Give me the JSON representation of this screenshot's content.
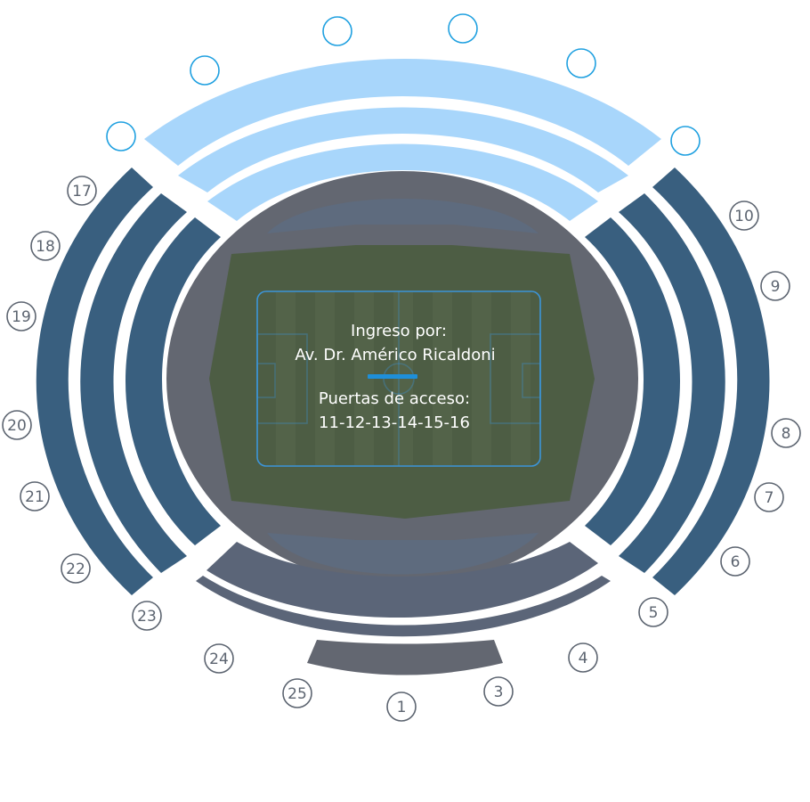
{
  "map": {
    "entry_label": "Ingreso por:",
    "entry_street": "Av. Dr. Américo Ricaldoni",
    "gates_label": "Puertas de acceso:",
    "gates_list": "11-12-13-14-15-16",
    "highlight_gates": [
      "11",
      "12",
      "13",
      "14",
      "15",
      "16"
    ]
  },
  "gates": [
    {
      "id": "g1",
      "label": "1"
    },
    {
      "id": "g3",
      "label": "3"
    },
    {
      "id": "g4",
      "label": "4"
    },
    {
      "id": "g5",
      "label": "5"
    },
    {
      "id": "g6",
      "label": "6"
    },
    {
      "id": "g7",
      "label": "7"
    },
    {
      "id": "g8",
      "label": "8"
    },
    {
      "id": "g9",
      "label": "9"
    },
    {
      "id": "g10",
      "label": "10"
    },
    {
      "id": "g11",
      "label": ""
    },
    {
      "id": "g12",
      "label": ""
    },
    {
      "id": "g13",
      "label": ""
    },
    {
      "id": "g14",
      "label": ""
    },
    {
      "id": "g15",
      "label": ""
    },
    {
      "id": "g16",
      "label": ""
    },
    {
      "id": "g17",
      "label": "17"
    },
    {
      "id": "g18",
      "label": "18"
    },
    {
      "id": "g19",
      "label": "19"
    },
    {
      "id": "g20",
      "label": "20"
    },
    {
      "id": "g21",
      "label": "21"
    },
    {
      "id": "g22",
      "label": "22"
    },
    {
      "id": "g23",
      "label": "23"
    },
    {
      "id": "g24",
      "label": "24"
    },
    {
      "id": "g25",
      "label": "25"
    }
  ],
  "colors": {
    "highlight_stand": "#a8d6fb",
    "side_stand": "#395f7f",
    "south_stand": "#5b6578",
    "bowl": "#636771",
    "pitch": "#4d5d44",
    "pitch_lines": "#3c95d9",
    "accent": "#1e8fd9",
    "gate_stroke_normal": "#5c6470",
    "gate_stroke_highlight": "#1fa0e0"
  }
}
